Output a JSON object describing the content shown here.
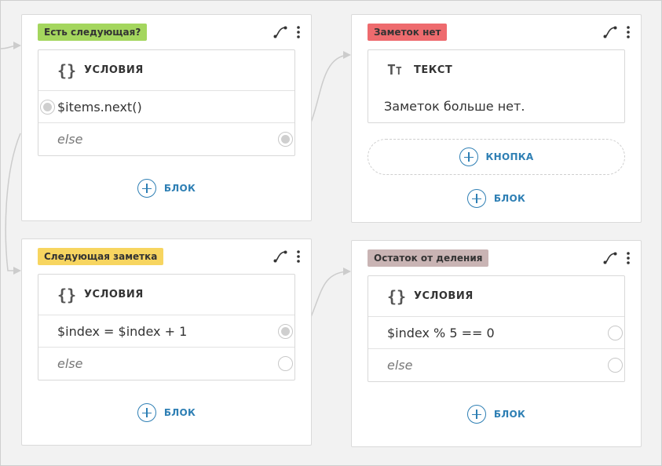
{
  "colors": {
    "tag_green": "#a4d65e",
    "tag_red": "#ee6b6e",
    "tag_yellow": "#f7d560",
    "tag_mauve": "#c9b4b4",
    "accent": "#2e7fb4"
  },
  "card1": {
    "tag": "Есть следующая?",
    "header": "УСЛОВИЯ",
    "condition": "$items.next()",
    "else": "else",
    "add_block": "БЛОК"
  },
  "card2": {
    "tag": "Заметок нет",
    "header": "ТЕКСТ",
    "text": "Заметок больше нет.",
    "add_button": "КНОПКА",
    "add_block": "БЛОК"
  },
  "card3": {
    "tag": "Следующая заметка",
    "header": "УСЛОВИЯ",
    "condition": "$index = $index + 1",
    "else": "else",
    "add_block": "БЛОК"
  },
  "card4": {
    "tag": "Остаток от деления",
    "header": "УСЛОВИЯ",
    "condition": "$index % 5 == 0",
    "else": "else",
    "add_block": "БЛОК"
  },
  "icons": {
    "connect": "link-curve-icon",
    "menu": "more-vertical-icon",
    "conditions": "braces-icon",
    "text": "text-format-icon",
    "add": "plus-circle-icon"
  }
}
